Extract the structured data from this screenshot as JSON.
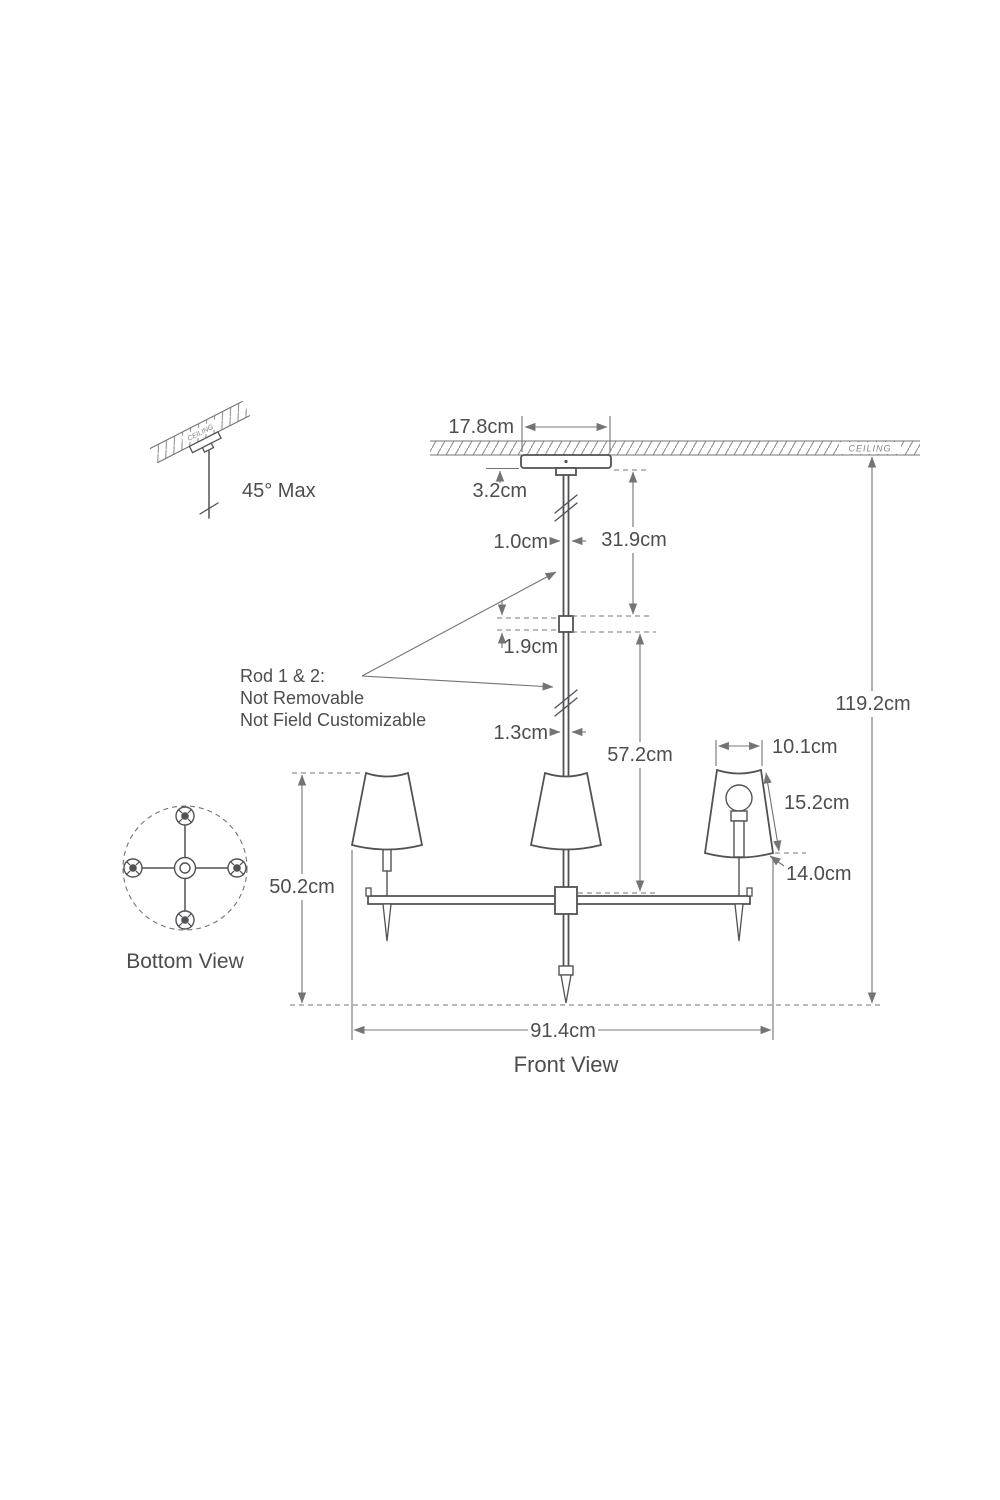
{
  "meta": {
    "background_color": "#ffffff",
    "line_color": "#515255",
    "dim_line_color": "#737477",
    "text_color": "#4c4d4f"
  },
  "labels": {
    "tilt_max": "45° Max",
    "ceiling": "CEILING",
    "front_view": "Front View",
    "bottom_view": "Bottom View",
    "rod_note": {
      "line1": "Rod 1 & 2:",
      "line2": "Not Removable",
      "line3": "Not Field Customizable"
    }
  },
  "dimensions": {
    "canopy_width": "17.8cm",
    "canopy_height": "3.2cm",
    "rod1_diameter": "1.0cm",
    "rod1_length": "31.9cm",
    "coupler_length": "1.9cm",
    "rod2_diameter": "1.3cm",
    "rod2_length": "57.2cm",
    "overall_height": "119.2cm",
    "shade_top_diameter": "10.1cm",
    "shade_slant_height": "15.2cm",
    "shade_bottom_diameter": "14.0cm",
    "body_height": "50.2cm",
    "overall_width": "91.4cm"
  }
}
